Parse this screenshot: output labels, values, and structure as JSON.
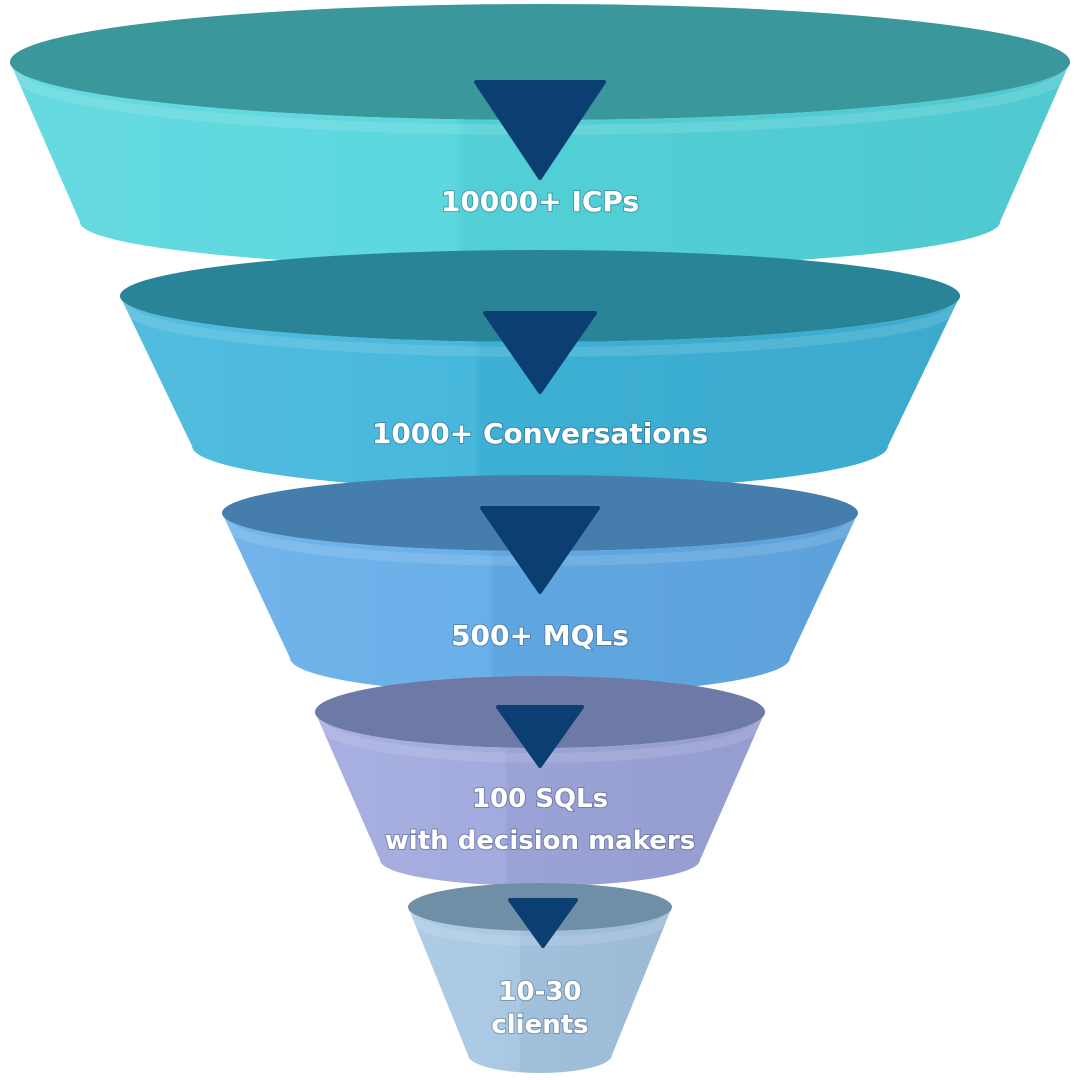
{
  "funnel": {
    "stages": [
      {
        "lines": [
          "10000+ ICPs"
        ],
        "side_color": "#55D6DD",
        "top_color": "#3A979C",
        "arrow_color": "#0B3F72"
      },
      {
        "lines": [
          "1000+ Conversations"
        ],
        "side_color": "#3FB5DB",
        "top_color": "#2A8497",
        "arrow_color": "#0B3F72"
      },
      {
        "lines": [
          "500+ MQLs"
        ],
        "side_color": "#63ACE8",
        "top_color": "#457DAD",
        "arrow_color": "#0B3F72"
      },
      {
        "lines": [
          "100 SQLs",
          "with decision makers"
        ],
        "side_color": "#9FA7DD",
        "top_color": "#6E7AA6",
        "arrow_color": "#0B3F72"
      },
      {
        "lines": [
          "10-30",
          "clients"
        ],
        "side_color": "#A6C6E2",
        "top_color": "#6F8FA6",
        "arrow_color": "#0B3F72"
      }
    ]
  }
}
